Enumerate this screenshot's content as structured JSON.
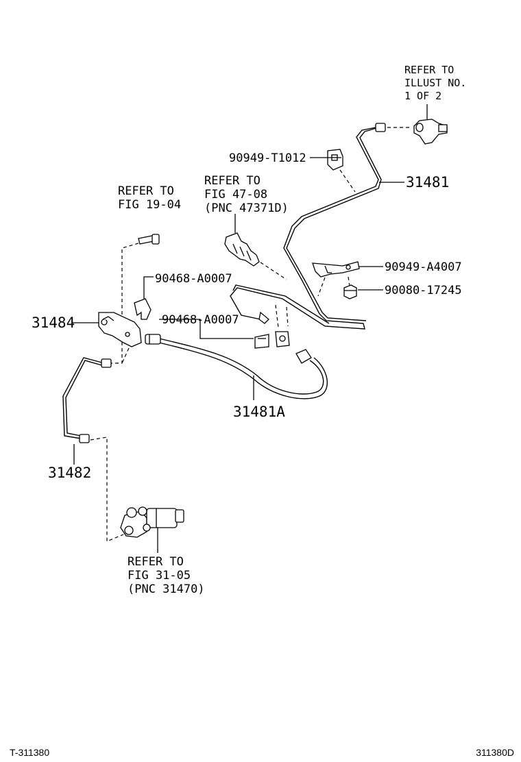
{
  "callouts": {
    "refer_illust": [
      "REFER TO",
      "ILLUST NO.",
      "1 OF 2"
    ],
    "refer_fig19": [
      "REFER TO",
      "FIG 19-04"
    ],
    "refer_fig47": [
      "REFER TO",
      "FIG 47-08",
      "(PNC 47371D)"
    ],
    "refer_fig31": [
      "REFER TO",
      "FIG 31-05",
      "(PNC 31470)"
    ]
  },
  "parts": {
    "p90949_t1012": "90949-T1012",
    "p31481": "31481",
    "p90949_a4007": "90949-A4007",
    "p90080_17245": "90080-17245",
    "p90468_a0007_upper": "90468-A0007",
    "p90468_a0007_lower": "90468-A0007",
    "p31484": "31484",
    "p31481a": "31481A",
    "p31482": "31482"
  },
  "footer": {
    "left_code": "T-311380",
    "right_code": "311380D"
  }
}
